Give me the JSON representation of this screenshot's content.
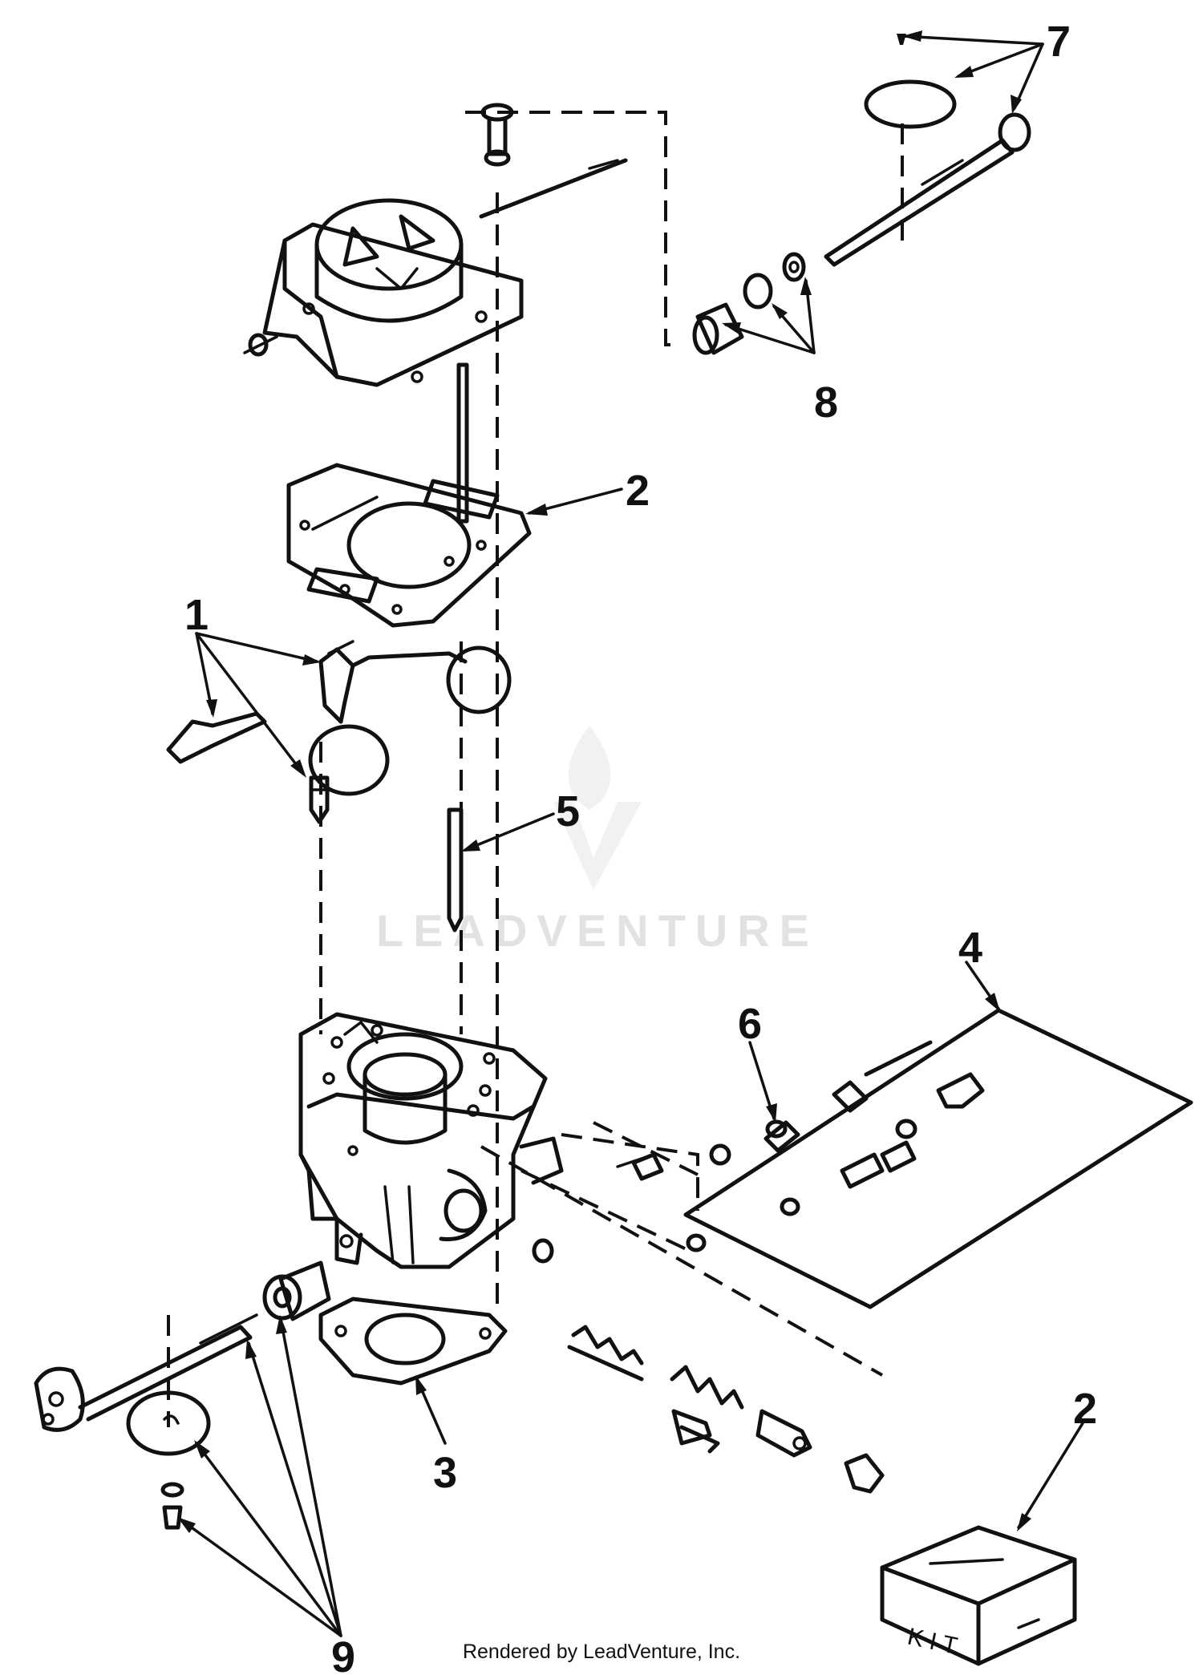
{
  "diagram": {
    "callouts": {
      "c1": "1",
      "c2a": "2",
      "c2b": "2",
      "c3": "3",
      "c4": "4",
      "c5": "5",
      "c6": "6",
      "c7": "7",
      "c8": "8",
      "c9": "9"
    },
    "kit_label": "KIT",
    "watermark": "LEADVENTURE",
    "footer": "Rendered by LeadVenture, Inc."
  }
}
